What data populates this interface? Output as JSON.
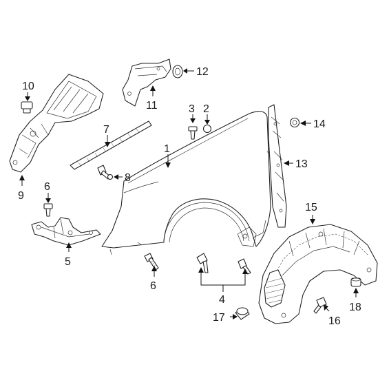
{
  "callouts": {
    "c1": "1",
    "c2": "2",
    "c3": "3",
    "c4": "4",
    "c5": "5",
    "c6a": "6",
    "c6b": "6",
    "c7": "7",
    "c8": "8",
    "c9": "9",
    "c10": "10",
    "c11": "11",
    "c12": "12",
    "c13": "13",
    "c14": "14",
    "c15": "15",
    "c16": "16",
    "c17": "17",
    "c18": "18"
  },
  "colors": {
    "line": "#222222",
    "background": "#ffffff"
  }
}
